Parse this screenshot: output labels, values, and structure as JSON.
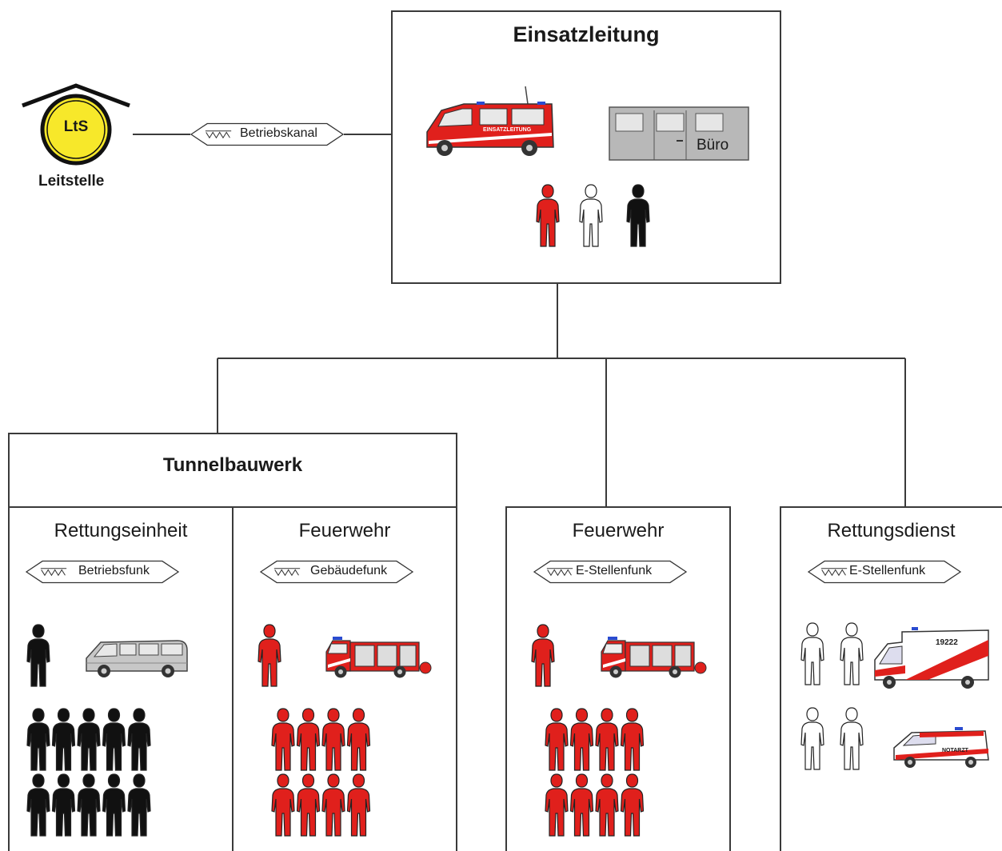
{
  "diagram": {
    "leitstelle": {
      "logo_text": "LtS",
      "label": "Leitstelle",
      "channel": "Betriebskanal"
    },
    "einsatzleitung": {
      "title": "Einsatzleitung",
      "vehicle_text": "EINSATZLEITUNG",
      "office_label": "Büro",
      "persons": [
        "red",
        "white",
        "black"
      ]
    },
    "tunnelbauwerk": {
      "title": "Tunnelbauwerk",
      "units": [
        {
          "title": "Rettungseinheit",
          "channel": "Betriebsfunk",
          "person_color": "#111111",
          "team_color": "#111111",
          "vehicle": "van"
        },
        {
          "title": "Feuerwehr",
          "channel": "Gebäudefunk",
          "person_color": "#e0201c",
          "team_color": "#e0201c",
          "vehicle": "fire-truck"
        }
      ]
    },
    "feuerwehr": {
      "title": "Feuerwehr",
      "channel": "E-Stellenfunk",
      "vehicle": "fire-truck"
    },
    "rettungsdienst": {
      "title": "Rettungsdienst",
      "channel": "E-Stellenfunk",
      "ambulance_text": "19222",
      "doctor_car_text": "NOTARZT"
    },
    "colors": {
      "fire_red": "#e0201c",
      "line": "#3a3a3a",
      "logo_yellow": "#f7e82a",
      "vehicle_grey": "#b8b8b8"
    }
  }
}
